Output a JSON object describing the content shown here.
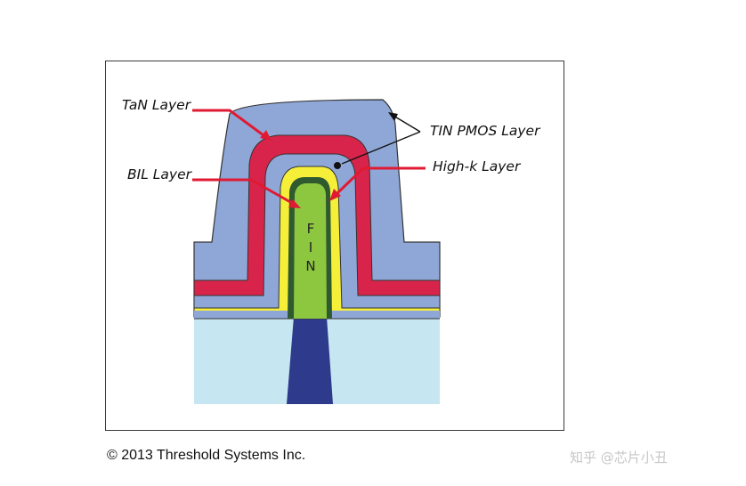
{
  "labels": {
    "tan": "TaN Layer",
    "tin": "TIN PMOS Layer",
    "bil": "BIL Layer",
    "highk": "High-k Layer",
    "fin_chars": [
      "F",
      "I",
      "N"
    ]
  },
  "copyright": "© 2013 Threshold Systems Inc.",
  "watermark": "知乎 @芯片小丑",
  "colors": {
    "tin": "#8fa7d6",
    "tan": "#d8244a",
    "highk": "#f5ef3a",
    "bil": "#2f5a2f",
    "fin": "#8dc63f",
    "substrate": "#c6e6f1",
    "fin_base": "#2e3a8c",
    "arrow_red": "#e01a33"
  }
}
